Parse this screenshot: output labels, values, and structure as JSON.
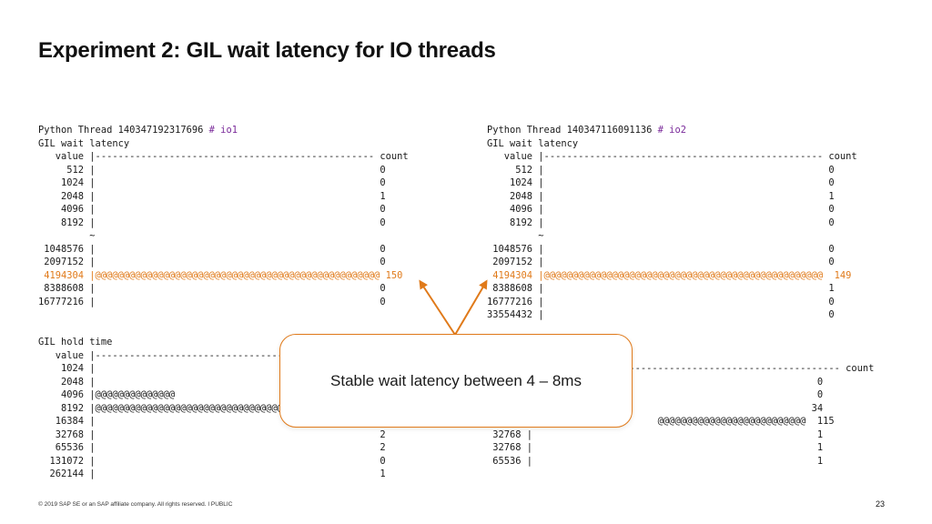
{
  "slide": {
    "title": "Experiment 2: GIL wait latency for IO threads",
    "footer": "© 2019 SAP SE or an SAP affiliate company. All rights reserved.  ǀ  PUBLIC",
    "page_number": "23",
    "callout": "Stable wait latency between 4 – 8ms",
    "accent_color": "#e07a1a",
    "comment_color": "#7a2a9a"
  },
  "left": {
    "thread_prefix": "Python Thread 140347192317696 ",
    "thread_comment": "# io1",
    "wait_title": "GIL wait latency",
    "wait_rows": [
      "   value |------------------------------------------------- count",
      "     512 |                                                  0",
      "    1024 |                                                  0",
      "    2048 |                                                  1",
      "    4096 |                                                  0",
      "    8192 |                                                  0",
      "         ~",
      " 1048576 |                                                  0",
      " 2097152 |                                                  0",
      " 4194304 |@@@@@@@@@@@@@@@@@@@@@@@@@@@@@@@@@@@@@@@@@@@@@@@@@@ 150",
      " 8388608 |                                                  0",
      "16777216 |                                                  0"
    ],
    "hold_title": "GIL hold time",
    "hold_rows": [
      "   value |------------------------------------------------- count",
      "    1024 |",
      "    2048 |",
      "    4096 |@@@@@@@@@@@@@@",
      "    8192 |@@@@@@@@@@@@@@@@@@@@@@@@@@@@@@@@@@@@@@",
      "   16384 |",
      "   32768 |                                                  2",
      "   65536 |                                                  2",
      "  131072 |                                                  0",
      "  262144 |                                                  1"
    ]
  },
  "right": {
    "thread_prefix": "Python Thread 140347116091136 ",
    "thread_comment": "# io2",
    "wait_title": "GIL wait latency",
    "wait_rows": [
      "   value |------------------------------------------------- count",
      "     512 |                                                  0",
      "    1024 |                                                  0",
      "    2048 |                                                  1",
      "    4096 |                                                  0",
      "    8192 |                                                  0",
      "         ~",
      " 1048576 |                                                  0",
      " 2097152 |                                                  0",
      " 4194304 |@@@@@@@@@@@@@@@@@@@@@@@@@@@@@@@@@@@@@@@@@@@@@@@@@  149",
      " 8388608 |                                                  1",
      "16777216 |                                                  0",
      "33554432 |                                                  0"
    ],
    "hold_rows": [
      "                     ----------------------------------------- count",
      "                                                          0",
      "                                                          0",
      "                                                         34",
      " 16384 |                      @@@@@@@@@@@@@@@@@@@@@@@@@@  115",
      " 32768 |                                                  1",
      " 32768 |                                                  1",
      " 65536 |                                                  1"
    ]
  }
}
